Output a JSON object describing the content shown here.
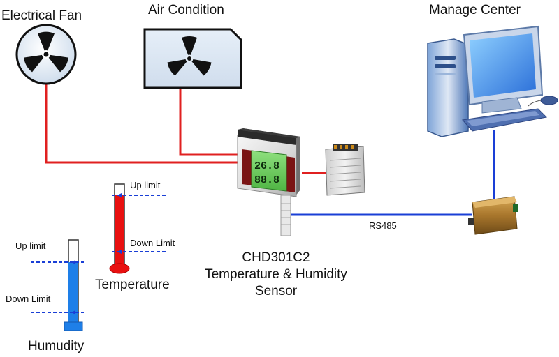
{
  "labels": {
    "electrical_fan": "Electrical Fan",
    "air_condition": "Air Condition",
    "manage_center": "Manage Center",
    "rs485": "RS485",
    "sensor_model": "CHD301C2",
    "sensor_name_line1": "Temperature & Humidity",
    "sensor_name_line2": "Sensor",
    "temperature": "Temperature",
    "humidity": "Humudity",
    "temp_up_limit": "Up limit",
    "temp_down_limit": "Down Limit",
    "hum_up_limit": "Up limit",
    "hum_down_limit": "Down Limit"
  },
  "display": {
    "top_reading": "26.8",
    "bottom_reading": "88.8"
  },
  "colors": {
    "power_line": "#e02020",
    "signal_line": "#1a3fd6",
    "limit_line": "#1a3fd6",
    "thermometer_fill": "#e81010",
    "hygrometer_fill": "#1e7fe8",
    "display_green": "#66d060"
  },
  "icons": {
    "fan": "fan-icon",
    "air_conditioner": "air-conditioner-icon",
    "computer": "computer-icon",
    "sensor": "sensor-device-icon",
    "power_supply": "power-supply-icon",
    "converter": "converter-icon"
  }
}
